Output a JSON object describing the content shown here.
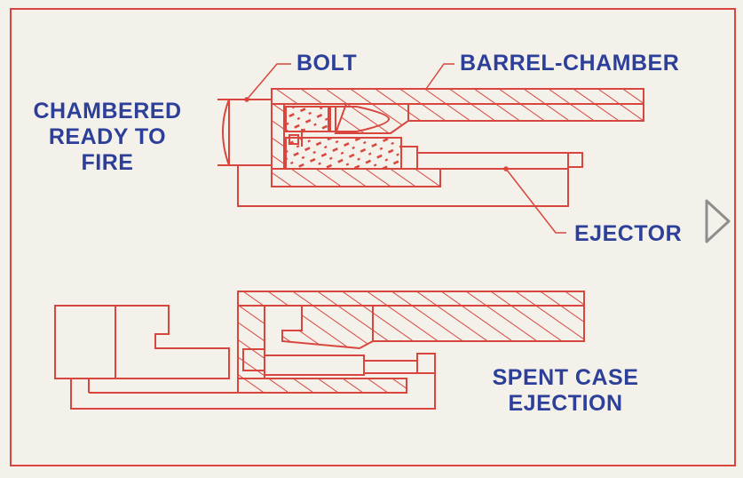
{
  "labels": {
    "bolt": "BOLT",
    "barrel_chamber": "BARREL-CHAMBER",
    "chambered_line1": "CHAMBERED",
    "chambered_line2": "READY TO",
    "chambered_line3": "FIRE",
    "ejector": "EJECTOR",
    "spent_line1": "SPENT CASE",
    "spent_line2": "EJECTION"
  },
  "icons": {
    "next": "play-triangle-icon"
  },
  "colors": {
    "background": "#f4f0ea",
    "line": "#d9463e",
    "text": "#2c3f99",
    "nav": "#8e8e8e"
  }
}
